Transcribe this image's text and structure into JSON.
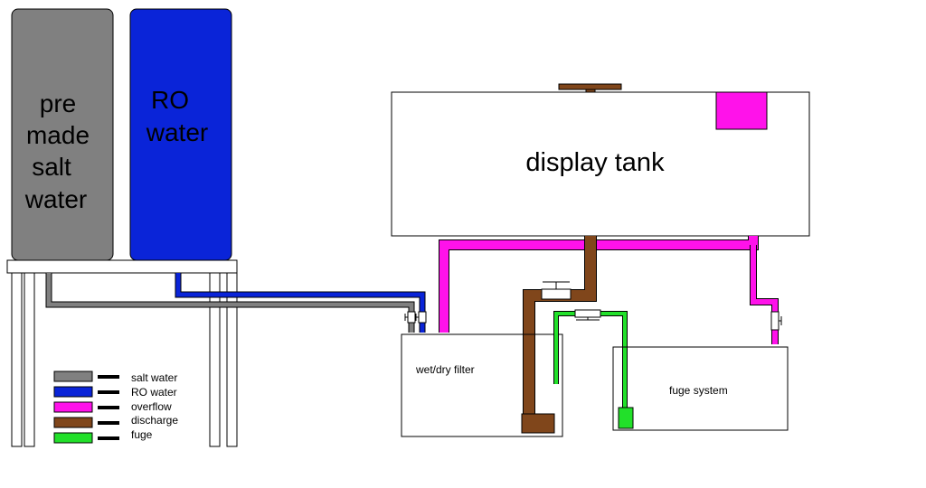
{
  "colors": {
    "salt_water": "#808080",
    "ro_water": "#0a24d8",
    "overflow": "#ff12ea",
    "discharge": "#80461b",
    "fuge": "#22e02a",
    "outline": "#000000",
    "background": "#ffffff"
  },
  "containers": {
    "salt_water_line1": "pre",
    "salt_water_line2": "made",
    "salt_water_line3": "salt",
    "salt_water_line4": "water",
    "ro_line1": "RO",
    "ro_line2": "water",
    "display_tank": "display tank",
    "wet_dry_filter": "wet/dry filter",
    "fuge_system": "fuge system"
  },
  "legend": [
    {
      "label": "salt water",
      "color": "#808080"
    },
    {
      "label": "RO water",
      "color": "#0a24d8"
    },
    {
      "label": "overflow",
      "color": "#ff12ea"
    },
    {
      "label": "discharge",
      "color": "#80461b"
    },
    {
      "label": "fuge",
      "color": "#22e02a"
    }
  ]
}
